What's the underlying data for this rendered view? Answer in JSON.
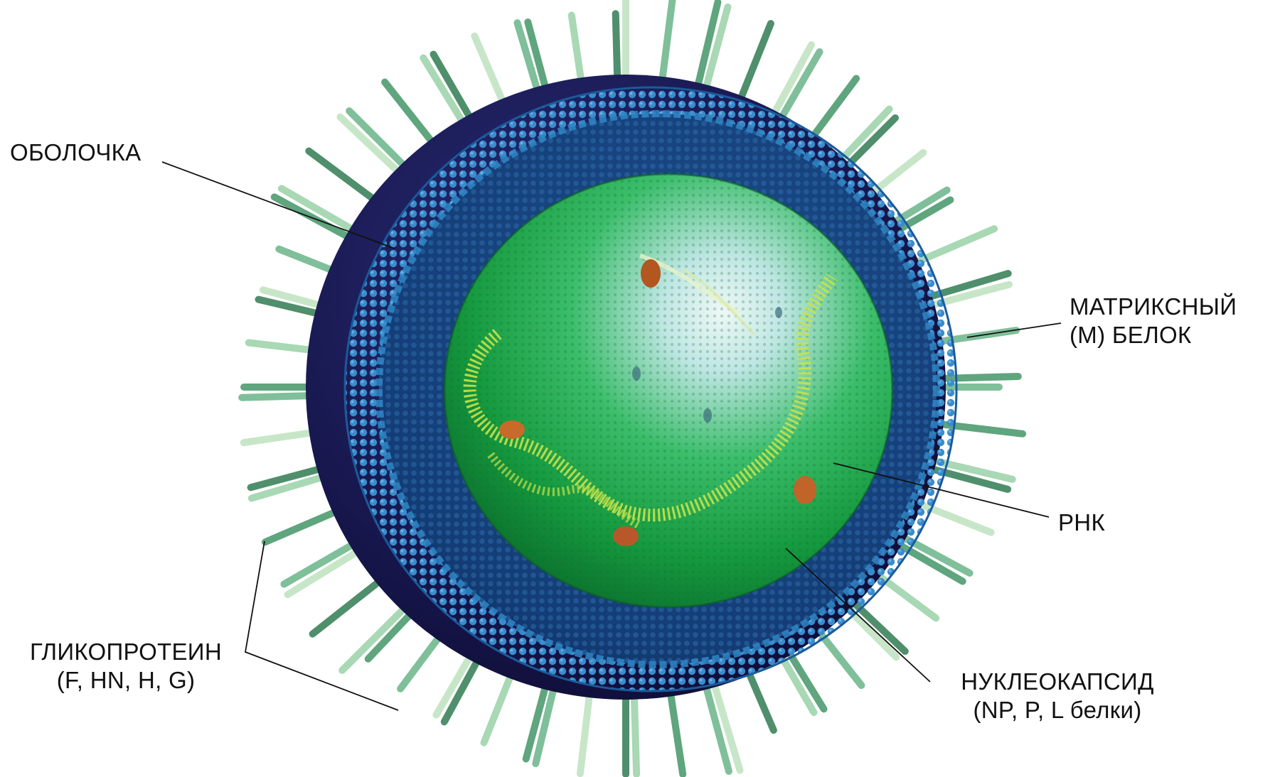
{
  "labels": {
    "envelope": "ОБОЛОЧКА",
    "matrix_line1": "МАТРИКСНЫЙ",
    "matrix_line2": "(M) БЕЛОК",
    "rna": "РНК",
    "glycoprotein_line1": "ГЛИКОПРОТЕИН",
    "glycoprotein_line2": "(F, HN, H, G)",
    "nucleocapsid_line1": "НУКЛЕОКАПСИД",
    "nucleocapsid_line2": "(NP, P, L белки)"
  },
  "colors": {
    "background": "#ffffff",
    "envelope_dark": "#1a1850",
    "matrix_blue": "#2f86c4",
    "matrix_dark": "#123a75",
    "nucleocapsid_green": "#22b34a",
    "core_highlight": "#d6f0f2",
    "rna_yellow": "#c9e24a",
    "spike_green": "#7fbf9a",
    "leader_line": "#111111"
  },
  "icons": {
    "virion": "virus-particle-illustration"
  }
}
